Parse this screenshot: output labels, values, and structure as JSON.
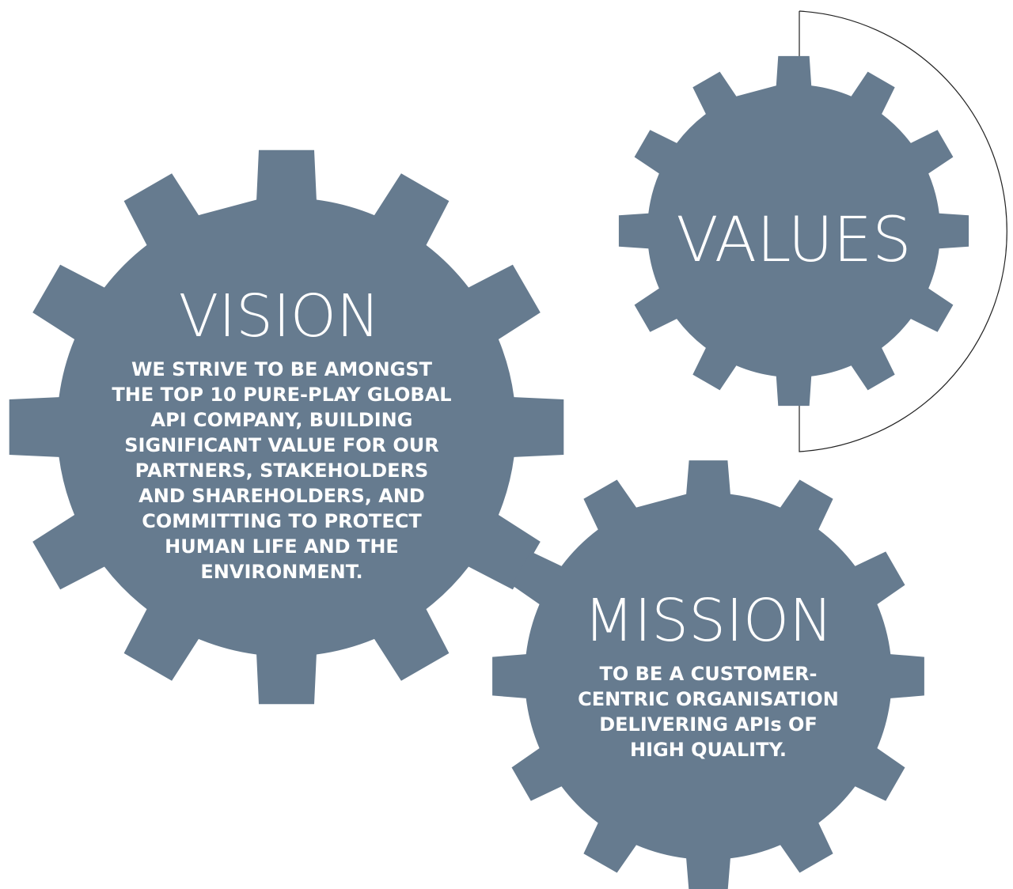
{
  "colors": {
    "gear_fill": "#667b8f",
    "text": "#ffffff",
    "arc_stroke": "#222222",
    "background": "#ffffff"
  },
  "values": {
    "title": "VALUES"
  },
  "vision": {
    "title": "VISION",
    "lines": [
      "WE STRIVE TO BE AMONGST",
      "THE TOP 10 PURE-PLAY GLOBAL",
      "API COMPANY, BUILDING",
      "SIGNIFICANT VALUE FOR OUR",
      "PARTNERS, STAKEHOLDERS",
      "AND SHAREHOLDERS, AND",
      "COMMITTING TO PROTECT",
      "HUMAN LIFE AND THE",
      "ENVIRONMENT."
    ]
  },
  "mission": {
    "title": "MISSION",
    "lines": [
      "TO BE A CUSTOMER-",
      "CENTRIC ORGANISATION",
      "DELIVERING APIs OF",
      "HIGH QUALITY."
    ]
  }
}
